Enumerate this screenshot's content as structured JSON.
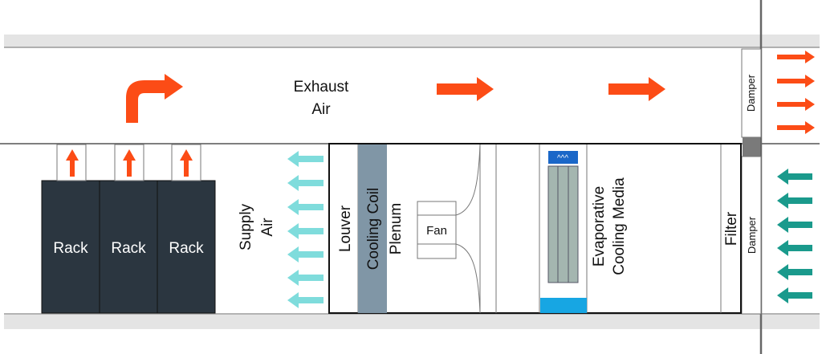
{
  "colors": {
    "exhaust_arrow": "#fc4c16",
    "supply_arrow": "#7fdcdc",
    "intake_arrow": "#1a9a8c",
    "rack_fill": "#2b3640",
    "cooling_coil": "#8096a6",
    "media_top": "#1a67c8",
    "media_bottom": "#17a6e3",
    "media_panel": "#a4b6b0",
    "wall_band": "#e4e4e4",
    "damper_block": "#7a7a7a"
  },
  "labels": {
    "exhaust_line1": "Exhaust",
    "exhaust_line2": "Air",
    "supply_line1": "Supply",
    "supply_line2": "Air",
    "louver": "Louver",
    "cooling_coil": "Cooling Coil",
    "plenum": "Plenum",
    "fan": "Fan",
    "evap_line1": "Evaporative",
    "evap_line2": "Cooling Media",
    "filter": "Filter",
    "damper_top": "Damper",
    "damper_bottom": "Damper",
    "media_marks": "^^^"
  },
  "racks": [
    {
      "label": "Rack"
    },
    {
      "label": "Rack"
    },
    {
      "label": "Rack"
    }
  ]
}
